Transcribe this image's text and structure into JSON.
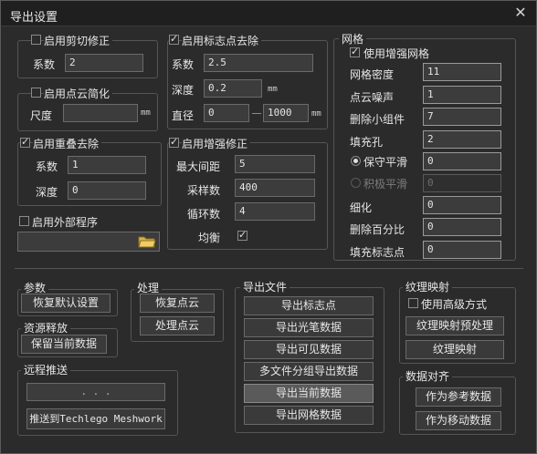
{
  "window": {
    "title": "导出设置",
    "close_glyph": "✕"
  },
  "crop": {
    "label": "启用剪切修正",
    "checked": false,
    "factor_label": "系数",
    "factor_value": "2"
  },
  "simplify": {
    "label": "启用点云简化",
    "checked": false,
    "scale_label": "尺度",
    "scale_value": "",
    "unit": "mm"
  },
  "overlap": {
    "label": "启用重叠去除",
    "checked": true,
    "factor_label": "系数",
    "factor_value": "1",
    "depth_label": "深度",
    "depth_value": "0"
  },
  "external": {
    "label": "启用外部程序",
    "checked": false,
    "path_value": ""
  },
  "marker": {
    "label": "启用标志点去除",
    "checked": true,
    "factor_label": "系数",
    "factor_value": "2.5",
    "depth_label": "深度",
    "depth_value": "0.2",
    "depth_unit": "mm",
    "diameter_label": "直径",
    "dia_min": "0",
    "dia_max": "1000",
    "dia_unit": "mm"
  },
  "enhance": {
    "label": "启用增强修正",
    "checked": true,
    "maxdist_label": "最大间距",
    "maxdist_value": "5",
    "sample_label": "采样数",
    "sample_value": "400",
    "loop_label": "循环数",
    "loop_value": "4",
    "balance_label": "均衡",
    "balance_checked": true
  },
  "mesh": {
    "group_label": "网格",
    "enable_label": "使用增强网格",
    "enable_checked": true,
    "density_label": "网格密度",
    "density_value": "11",
    "noise_label": "点云噪声",
    "noise_value": "1",
    "small_label": "删除小组件",
    "small_value": "7",
    "hole_label": "填充孔",
    "hole_value": "2",
    "keep_label": "保守平滑",
    "keep_value": "0",
    "aggr_label": "积极平滑",
    "aggr_value": "0",
    "refine_label": "细化",
    "refine_value": "0",
    "pct_label": "删除百分比",
    "pct_value": "0",
    "fillmark_label": "填充标志点",
    "fillmark_value": "0"
  },
  "params": {
    "group_label": "参数",
    "restore_btn": "恢复默认设置"
  },
  "resource": {
    "group_label": "资源释放",
    "keep_btn": "保留当前数据"
  },
  "process": {
    "group_label": "处理",
    "restore_btn": "恢复点云",
    "process_btn": "处理点云"
  },
  "remote": {
    "group_label": "远程推送",
    "dots": ".          .          .",
    "push_btn": "推送到Techlego Meshwork"
  },
  "export": {
    "group_label": "导出文件",
    "buttons": [
      "导出标志点",
      "导出光笔数据",
      "导出可见数据",
      "多文件分组导出数据",
      "导出当前数据",
      "导出网格数据"
    ]
  },
  "texture": {
    "group_label": "纹理映射",
    "adv_label": "使用高级方式",
    "adv_checked": false,
    "pre_btn": "纹理映射预处理",
    "map_btn": "纹理映射"
  },
  "align": {
    "group_label": "数据对齐",
    "ref_btn": "作为参考数据",
    "move_btn": "作为移动数据"
  }
}
